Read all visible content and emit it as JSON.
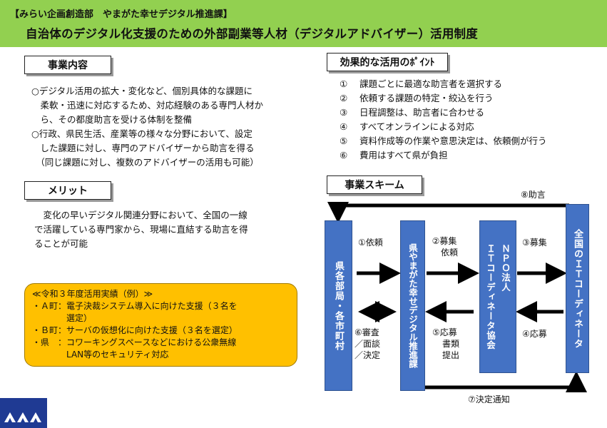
{
  "header": {
    "dept": "【みらい企画創造部　やまがた幸せデジタル推進課】",
    "title": "自治体のデジタル化支援のための外部副業等人材（デジタルアドバイザー）活用制度"
  },
  "business": {
    "heading": "事業内容",
    "lines": [
      "○デジタル活用の拡大・変化など、個別具体的な課題に",
      "　柔軟・迅速に対応するため、対応経験のある専門人材か",
      "　ら、その都度助言を受ける体制を整備",
      "○行政、県民生活、産業等の様々な分野において、設定",
      "　した課題に対し、専門のアドバイザーから助言を得る",
      "　（同じ課題に対し、複数のアドバイザーの活用も可能）"
    ]
  },
  "merit": {
    "heading": "メリット",
    "lines": [
      "　変化の早いデジタル関連分野において、全国の一線",
      "で活躍している専門家から、現場に直結する助言を得",
      "ることが可能"
    ]
  },
  "results": {
    "title": "≪令和３年度活用実績（例）≫",
    "lines": [
      "・Ａ町：電子決裁システム導入に向けた支援（３名を",
      "　　　　選定）",
      "・Ｂ町：サーバの仮想化に向けた支援（３名を選定）",
      "・県　：コワーキングスペースなどにおける公衆無線",
      "　　　　LAN等のセキュリティ対応"
    ]
  },
  "points": {
    "heading": "効果的な活用のﾎﾟｲﾝﾄ",
    "items": [
      {
        "num": "①",
        "text": "課題ごとに最適な助言者を選択する"
      },
      {
        "num": "②",
        "text": "依頼する課題の特定・絞込を行う"
      },
      {
        "num": "③",
        "text": "日程調整は、助言者に合わせる"
      },
      {
        "num": "④",
        "text": "すべてオンラインによる対応"
      },
      {
        "num": "⑤",
        "text": "資料作成等の作業や意思決定は、依頼側が行う"
      },
      {
        "num": "⑥",
        "text": "費用はすべて県が負担"
      }
    ]
  },
  "scheme": {
    "heading": "事業スキーム",
    "bars": {
      "municipal": "県各部局・各市町村",
      "promotion": "県やまがた幸せデジタル推進課",
      "npo_line1": "ＮＰＯ法人",
      "npo_line2": "ＩＴコーディネータ協会",
      "coordinator": "全国のＩＴコーディネータ"
    },
    "labels": {
      "advice": "⑧助言",
      "request": "①依頼",
      "recruit_request_1": "②募集",
      "recruit_request_2": "依頼",
      "recruit": "③募集",
      "review_1": "⑥審査",
      "review_2": "／面談",
      "review_3": "／決定",
      "apply_docs_1": "⑤応募",
      "apply_docs_2": "書類",
      "apply_docs_3": "提出",
      "apply": "④応募",
      "decision": "⑦決定通知"
    },
    "colors": {
      "bar": "#4472c4",
      "arrow": "#000000"
    }
  },
  "colors": {
    "banner": "#92d050",
    "results_box": "#ffc000",
    "logo": "#1f3a93"
  }
}
